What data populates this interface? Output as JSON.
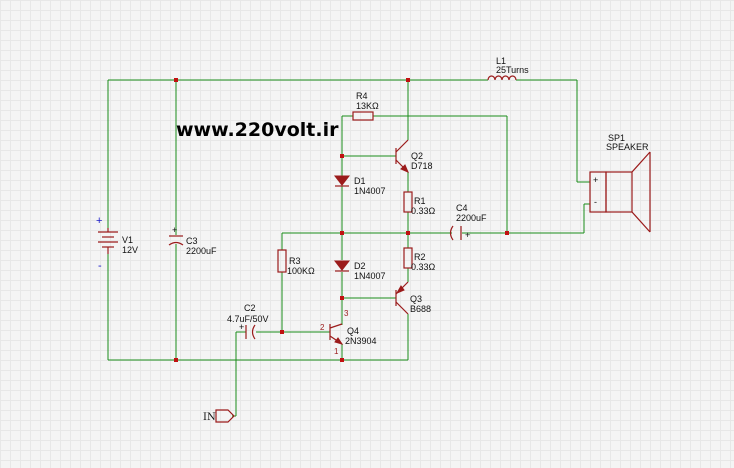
{
  "watermark": "www.220volt.ir",
  "components": {
    "v1": {
      "ref": "V1",
      "value": "12V",
      "plus": "+",
      "minus": "-"
    },
    "c3": {
      "ref": "C3",
      "value": "2200uF",
      "plus": "+"
    },
    "r4": {
      "ref": "R4",
      "value": "13KΩ"
    },
    "l1": {
      "ref": "L1",
      "value": "25Turns"
    },
    "q2": {
      "ref": "Q2",
      "value": "D718"
    },
    "d1": {
      "ref": "D1",
      "value": "1N4007"
    },
    "r1": {
      "ref": "R1",
      "value": "0.33Ω"
    },
    "c4": {
      "ref": "C4",
      "value": "2200uF",
      "plus": "+"
    },
    "r2": {
      "ref": "R2",
      "value": "0.33Ω"
    },
    "d2": {
      "ref": "D2",
      "value": "1N4007"
    },
    "r3": {
      "ref": "R3",
      "value": "100KΩ"
    },
    "q3": {
      "ref": "Q3",
      "value": "B688"
    },
    "c2": {
      "ref": "C2",
      "value": "4.7uF/50V",
      "plus": "+"
    },
    "q4": {
      "ref": "Q4",
      "value": "2N3904",
      "pin2": "2",
      "pin3": "3",
      "pin1": "1"
    },
    "sp1": {
      "ref": "SP1",
      "value": "SPEAKER",
      "plus": "+",
      "minus": "-"
    }
  },
  "input_port": {
    "label": "IN"
  },
  "colors": {
    "wire": "#1a8c1a",
    "component": "#9b1b1b",
    "junction": "#c01010",
    "background": "#f4f4f4"
  }
}
